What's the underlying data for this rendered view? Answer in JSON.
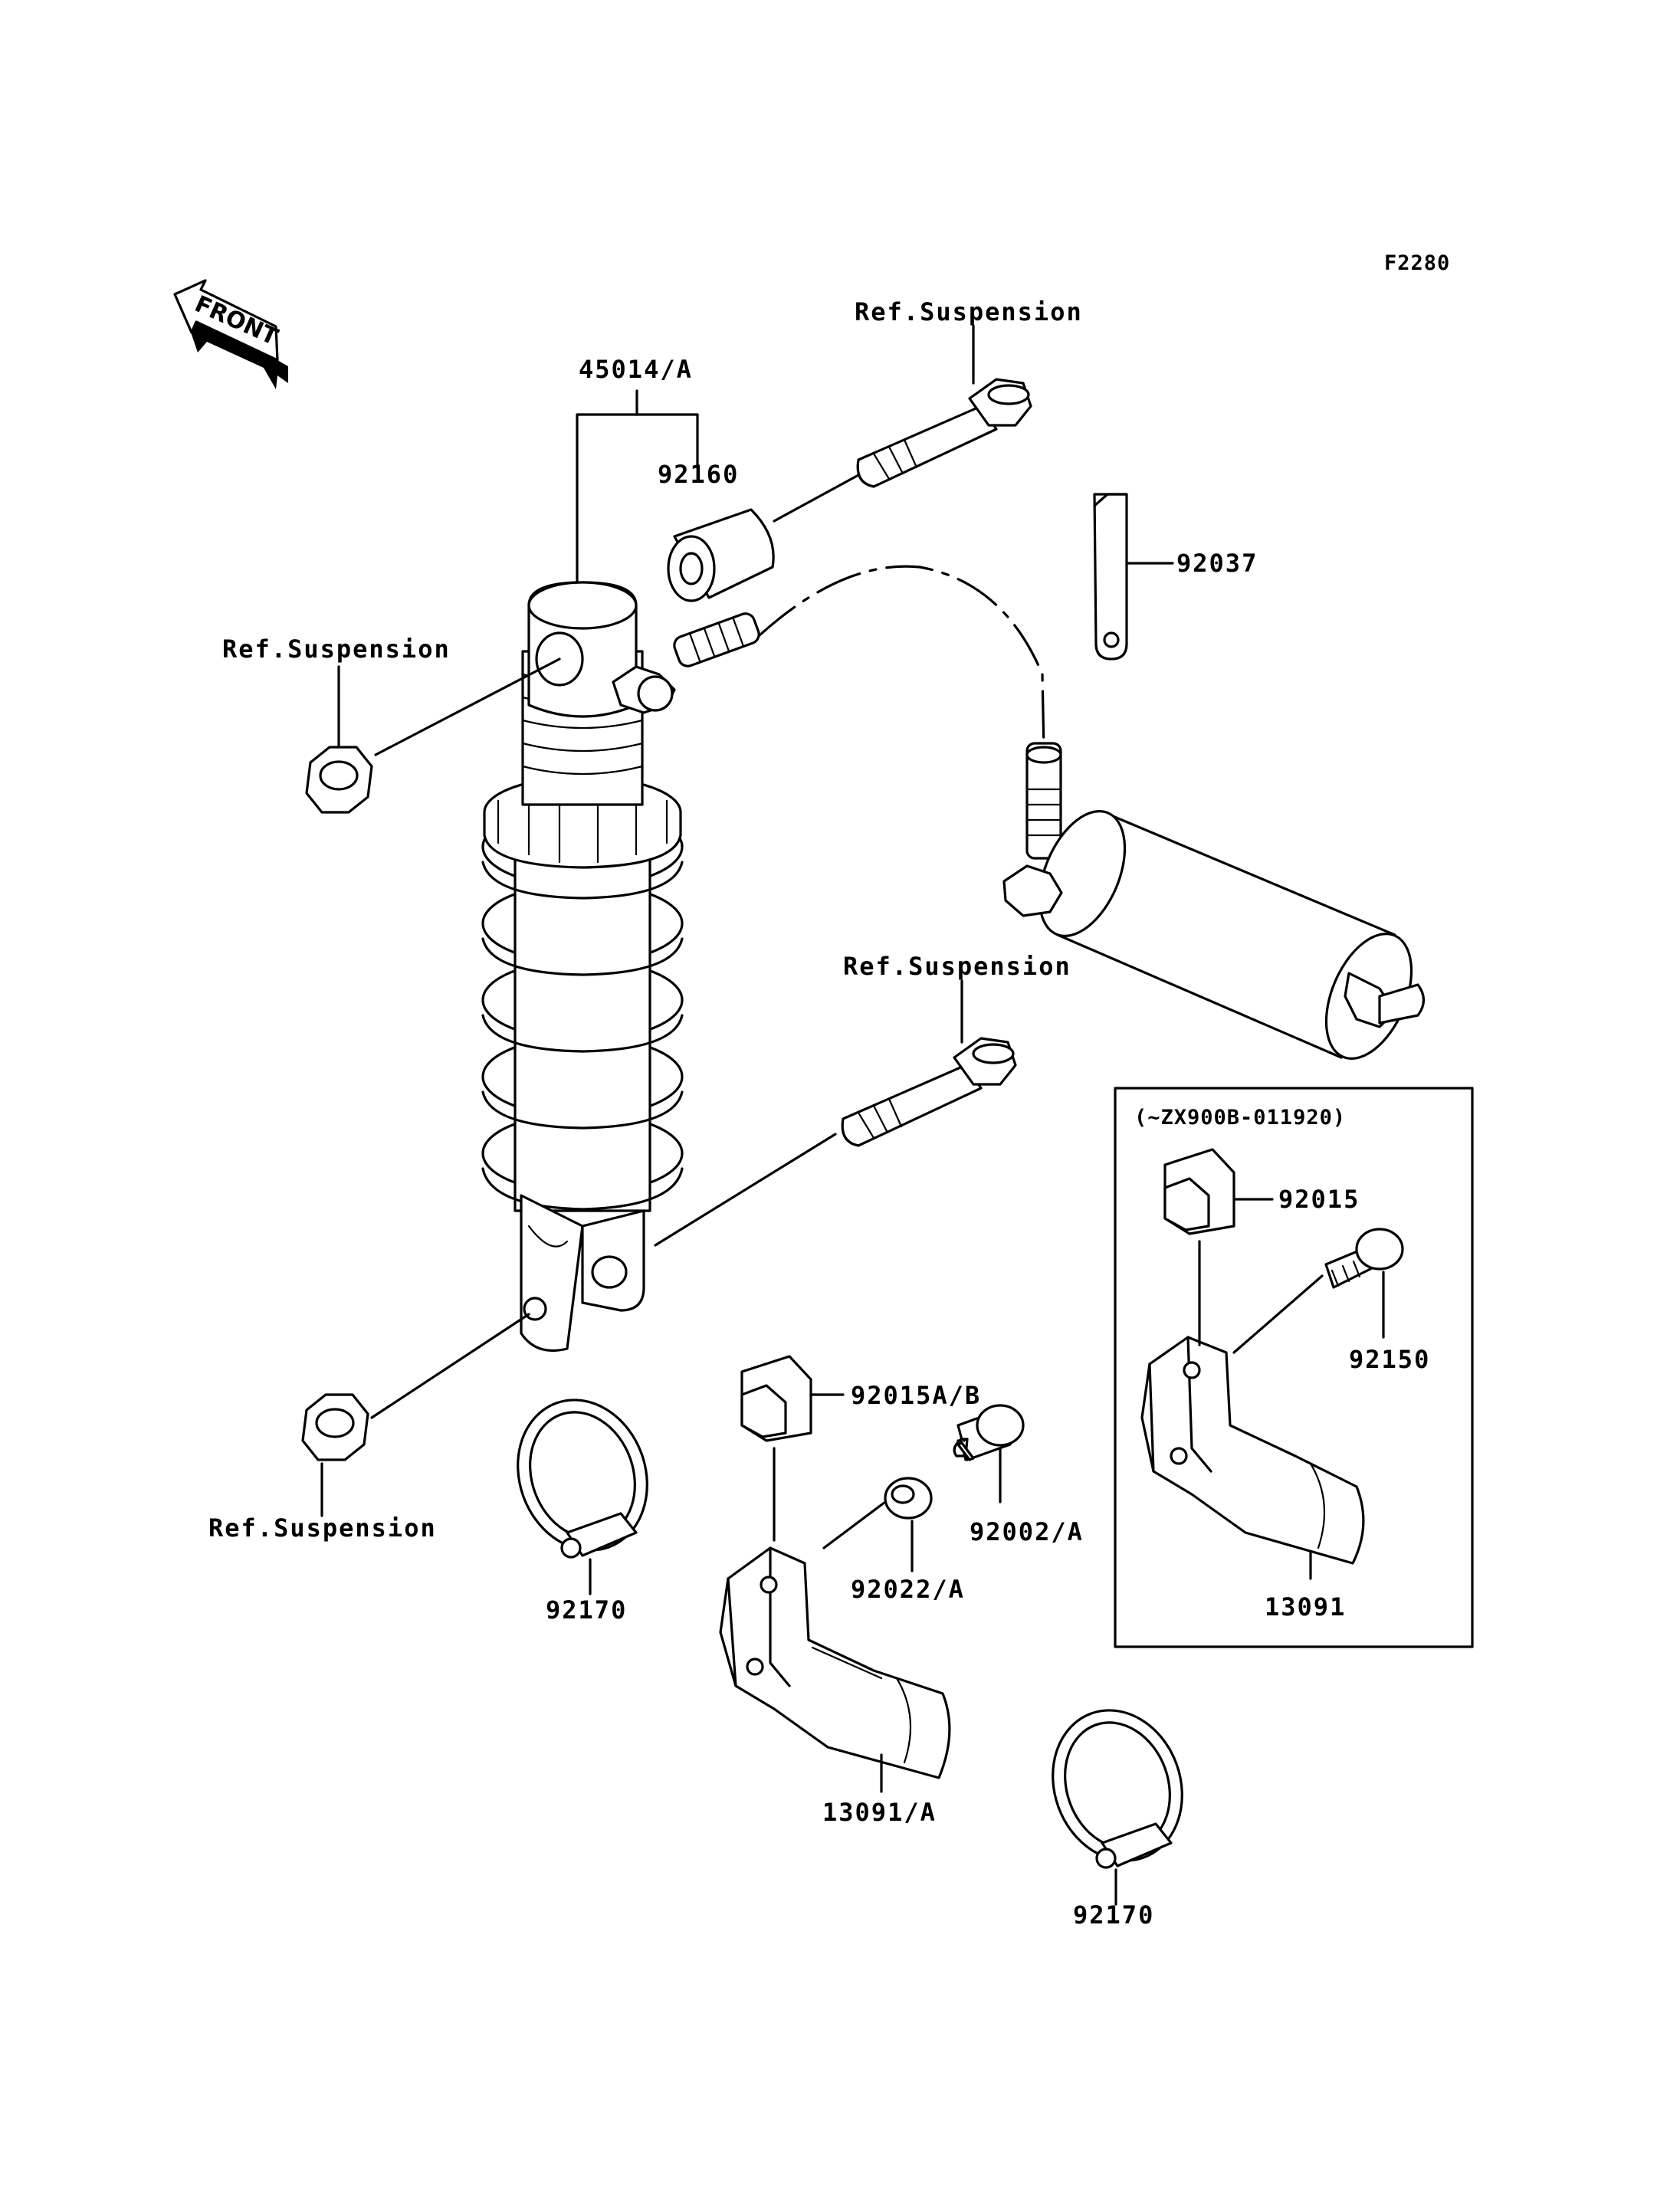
{
  "diagram": {
    "code": "F2280",
    "front_label": "FRONT",
    "variant_box": "(~ZX900B-011920)",
    "labels": {
      "shock_assembly": "45014/A",
      "bushing": "92160",
      "bolt_top": "Ref.Suspension",
      "nut_top": "Ref.Suspension",
      "bolt_bottom": "Ref.Suspension",
      "nut_bottom": "Ref.Suspension",
      "bracket_clip": "92037",
      "nut_clip_main": "92015A/B",
      "bolt_main": "92002/A",
      "washer_main": "92022/A",
      "cover_main": "13091/A",
      "clamp_left": "92170",
      "clamp_bottom": "92170",
      "nut_clip_box": "92015",
      "bolt_box": "92150",
      "cover_box": "13091"
    }
  }
}
